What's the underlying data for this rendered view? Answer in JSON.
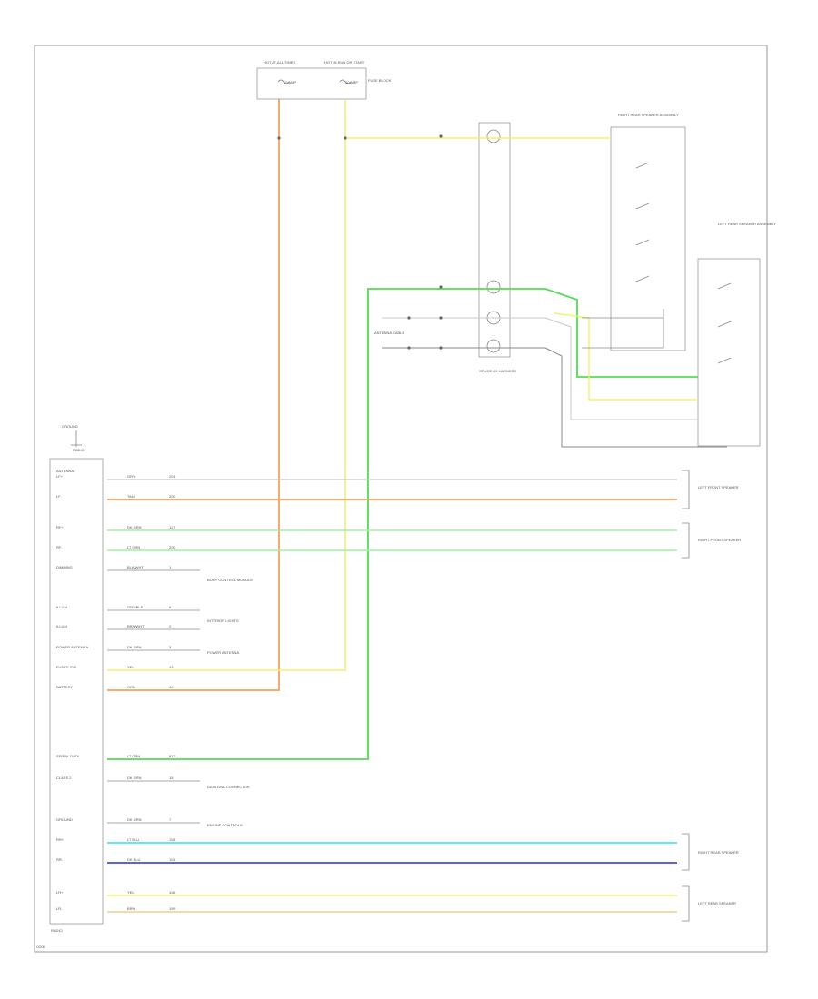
{
  "colors": {
    "background": "#ffffff",
    "frame": "#9a9a9a",
    "text": "#666666",
    "wire_orange": "#f2a35c",
    "wire_yellow": "#f2f06a",
    "wire_green": "#52dd52",
    "wire_light_green": "#9df29d",
    "wire_grey": "#c8c8c8",
    "wire_cyan": "#48e6f2",
    "wire_blue": "#4a4ae0",
    "wire_dark_grey": "#8a8a8a"
  },
  "labels": {
    "fuse_left_title": "HOT AT ALL TIMES",
    "fuse_right_title": "HOT IN RUN OR START",
    "fuse_block": "FUSE BLOCK",
    "fuse_left_value": "10 AMP",
    "fuse_right_value": "10 AMP",
    "ground_top": "GROUND",
    "radio_header": "RADIO",
    "radio_name": "ANTENNA",
    "radio_footer": "RADIO",
    "bottom_left": "G200",
    "center_connector": "SPLICE C1 HARNESS",
    "right_rear_assembly": "RIGHT REAR SPEAKER ASSEMBLY",
    "left_rear_assembly": "LEFT REAR SPEAKER ASSEMBLY",
    "left_front_speaker": "LEFT FRONT SPEAKER",
    "right_front_speaker": "RIGHT FRONT SPEAKER",
    "right_rear_speaker": "RIGHT REAR SPEAKER",
    "left_rear_speaker": "LEFT REAR SPEAKER",
    "note_1": "BODY CONTROL MODULE",
    "note_2": "INTERIOR LIGHTS",
    "note_3": "POWER ANTENNA",
    "note_4": "DATA LINK CONNECTOR",
    "note_5": "ENGINE CONTROLS",
    "antenna_label": "ANTENNA CABLE"
  },
  "radio_pins": [
    {
      "label": "LF+",
      "wire": "GRY",
      "circuit": "201"
    },
    {
      "label": "LF-",
      "wire": "TAN",
      "circuit": "200"
    },
    {
      "label": "RF+",
      "wire": "DK GRN",
      "circuit": "117"
    },
    {
      "label": "RF-",
      "wire": "LT GRN",
      "circuit": "200"
    },
    {
      "label": "DIMMING",
      "wire": "BLK/WHT",
      "circuit": "1"
    },
    {
      "label": "ILLUM",
      "wire": "GRY/BLK",
      "circuit": "8"
    },
    {
      "label": "ILLUM",
      "wire": "BRN/WHT",
      "circuit": "2"
    },
    {
      "label": "POWER ANTENNA",
      "wire": "DK GRN",
      "circuit": "3"
    },
    {
      "label": "FUSED IGN",
      "wire": "YEL",
      "circuit": "43"
    },
    {
      "label": "BATTERY",
      "wire": "ORN",
      "circuit": "40"
    },
    {
      "label": "SERIAL DATA",
      "wire": "LT GRN",
      "circuit": "813"
    },
    {
      "label": "CLASS 2",
      "wire": "DK GRN",
      "circuit": "15"
    },
    {
      "label": "GROUND",
      "wire": "DK GRN",
      "circuit": "7"
    },
    {
      "label": "RR+",
      "wire": "LT BLU",
      "circuit": "118"
    },
    {
      "label": "RR-",
      "wire": "DK BLU",
      "circuit": "115"
    },
    {
      "label": "LR+",
      "wire": "YEL",
      "circuit": "116"
    },
    {
      "label": "LR-",
      "wire": "BRN",
      "circuit": "199"
    }
  ]
}
